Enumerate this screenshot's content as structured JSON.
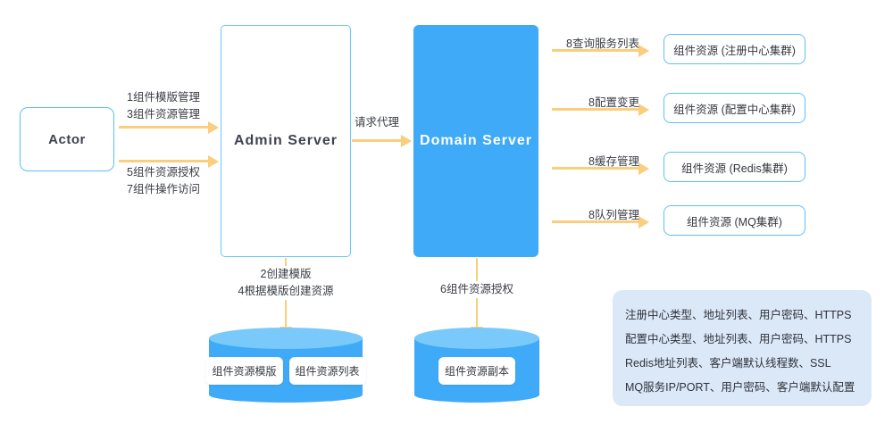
{
  "nodes": {
    "actor": {
      "label": "Actor"
    },
    "admin_server": {
      "label": "Admin  Server"
    },
    "domain_server": {
      "label": "Domain  Server"
    }
  },
  "edges": {
    "actor_to_admin_top": {
      "line1": "1组件模版管理",
      "line2": "3组件资源管理"
    },
    "actor_to_admin_bottom": {
      "line1": "5组件资源授权",
      "line2": "7组件操作访问"
    },
    "admin_to_domain": {
      "label": "请求代理"
    },
    "admin_to_db": {
      "line1": "2创建模版",
      "line2": "4根据模版创建资源"
    },
    "domain_to_db": {
      "label": "6组件资源授权"
    },
    "domain_to_registry": {
      "label": "8查询服务列表"
    },
    "domain_to_config": {
      "label": "8配置变更"
    },
    "domain_to_cache": {
      "label": "8缓存管理"
    },
    "domain_to_queue": {
      "label": "8队列管理"
    }
  },
  "resources": [
    {
      "label": "组件资源 (注册中心集群)"
    },
    {
      "label": "组件资源 (配置中心集群)"
    },
    {
      "label": "组件资源 (Redis集群)"
    },
    {
      "label": "组件资源 (MQ集群)"
    }
  ],
  "databases": {
    "admin_db": {
      "chips": [
        "组件资源模版",
        "组件资源列表"
      ]
    },
    "domain_db": {
      "chips": [
        "组件资源副本"
      ]
    }
  },
  "info_panel": {
    "lines": [
      "注册中心类型、地址列表、用户密码、HTTPS",
      "配置中心类型、地址列表、用户密码、HTTPS",
      "Redis地址列表、客户端默认线程数、SSL",
      "MQ服务IP/PORT、用户密码、客户端默认配置"
    ]
  },
  "colors": {
    "primary_blue": "#3FAAF7",
    "light_blue_border": "#59BFF7",
    "cylinder_top": "#79C9FA",
    "arrow_gold": "#F9CE7C",
    "panel_bg": "#DBE8F8",
    "text_dark": "#3a3d45"
  }
}
